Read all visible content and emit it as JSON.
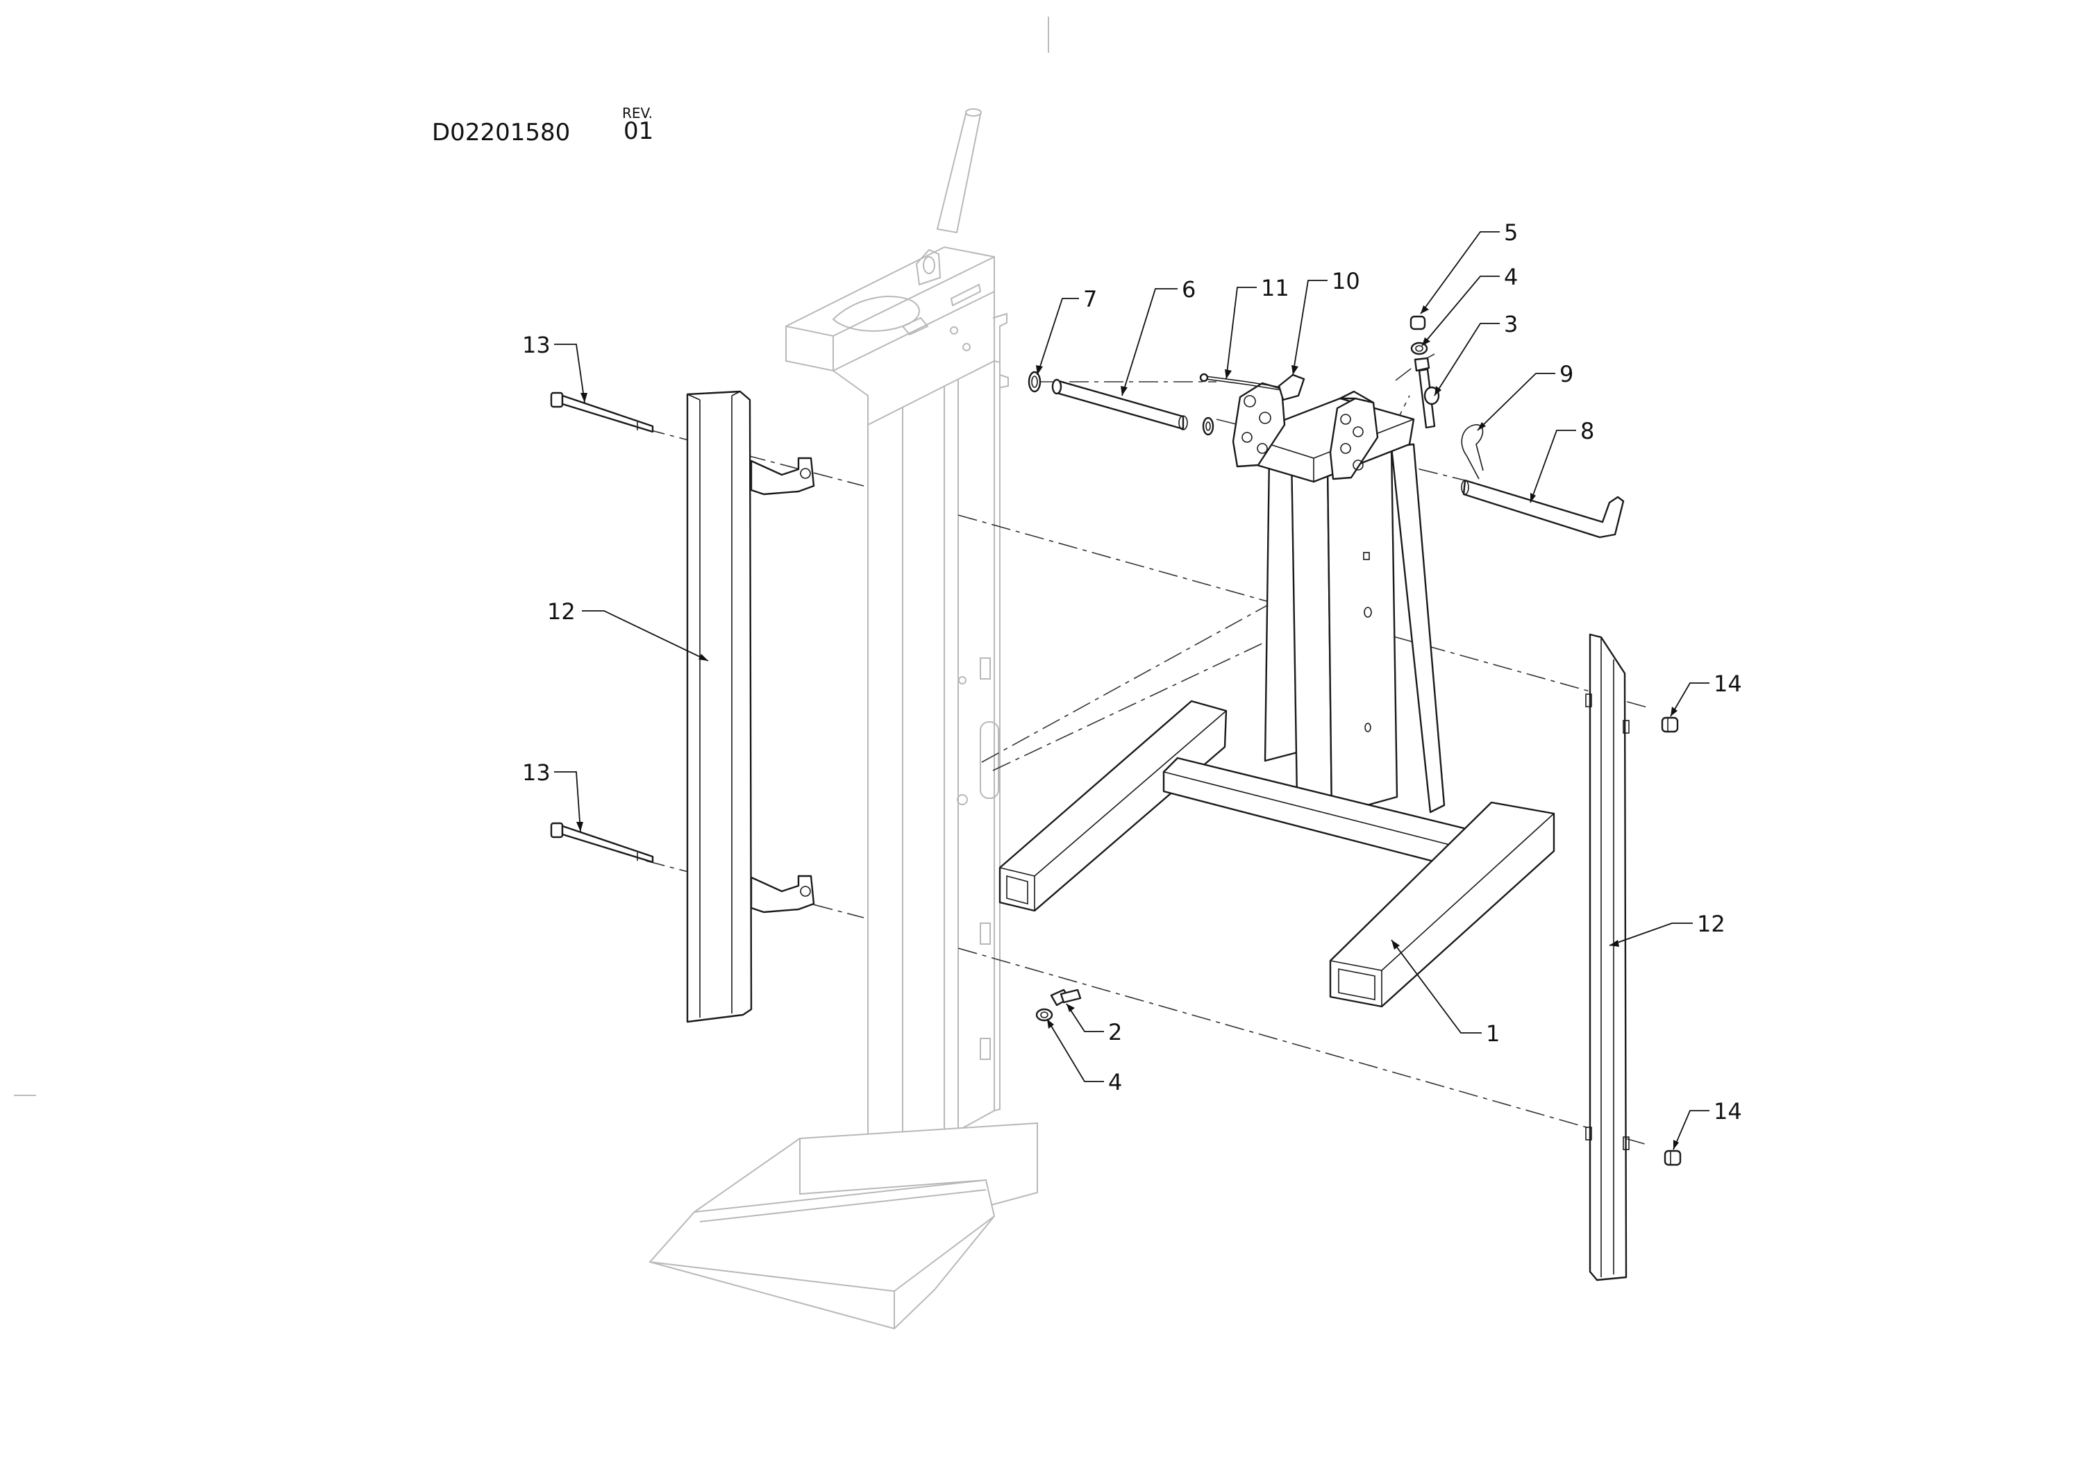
{
  "drawing": {
    "number": "D02201580",
    "rev_label": "REV.",
    "rev_value": "01"
  },
  "callouts": [
    {
      "id": "c1",
      "text": "1"
    },
    {
      "id": "c2",
      "text": "2"
    },
    {
      "id": "c3",
      "text": "3"
    },
    {
      "id": "c4a",
      "text": "4"
    },
    {
      "id": "c4b",
      "text": "4"
    },
    {
      "id": "c5",
      "text": "5"
    },
    {
      "id": "c6",
      "text": "6"
    },
    {
      "id": "c7",
      "text": "7"
    },
    {
      "id": "c8",
      "text": "8"
    },
    {
      "id": "c9",
      "text": "9"
    },
    {
      "id": "c10",
      "text": "10"
    },
    {
      "id": "c11",
      "text": "11"
    },
    {
      "id": "c12a",
      "text": "12"
    },
    {
      "id": "c12b",
      "text": "12"
    },
    {
      "id": "c13a",
      "text": "13"
    },
    {
      "id": "c13b",
      "text": "13"
    },
    {
      "id": "c14a",
      "text": "14"
    },
    {
      "id": "c14b",
      "text": "14"
    }
  ]
}
